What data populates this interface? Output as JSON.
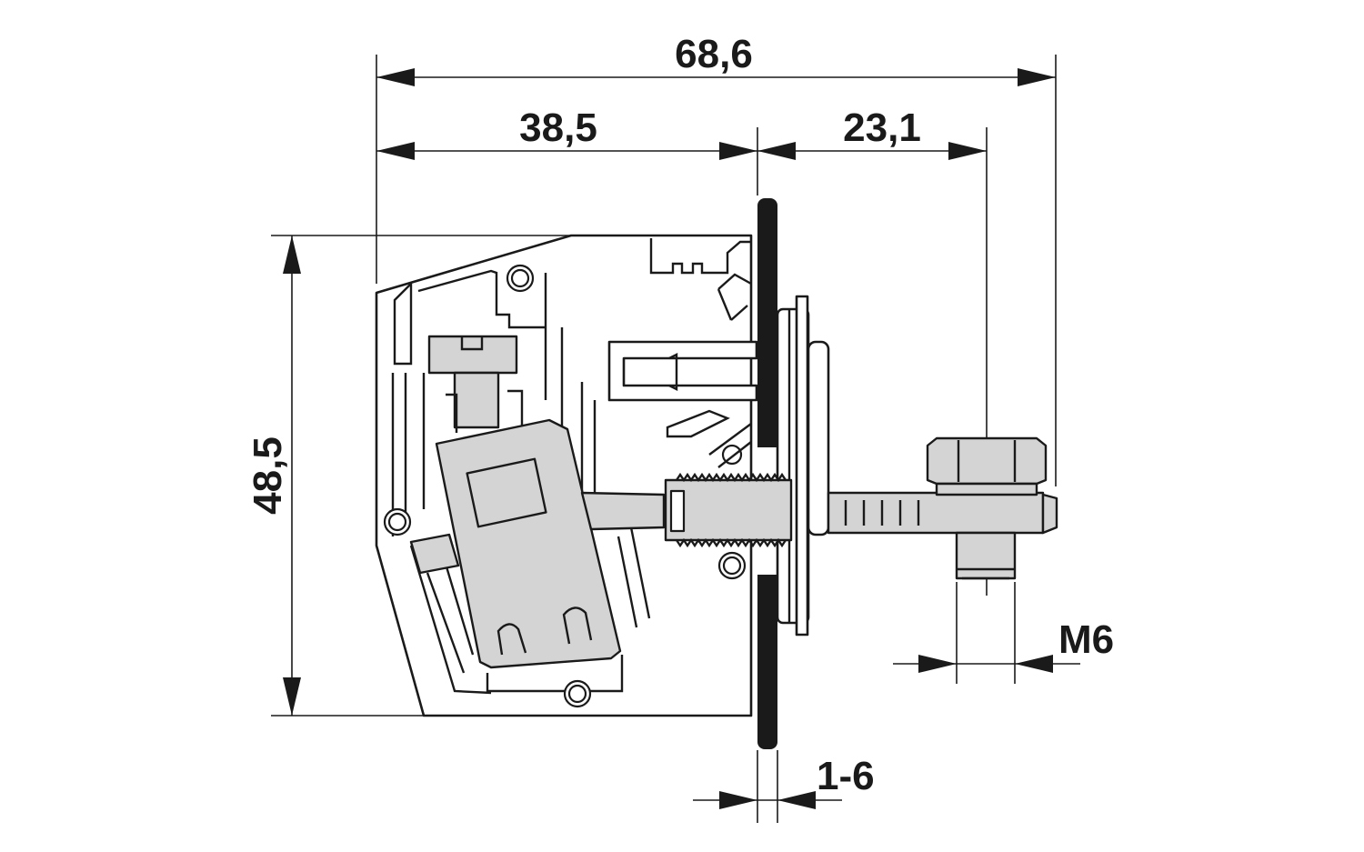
{
  "dimensions": {
    "overall_width": "68,6",
    "left_section": "38,5",
    "right_section": "23,1",
    "height": "48,5",
    "panel_thickness": "1-6",
    "thread": "M6"
  },
  "colors": {
    "line": "#1a1a1a",
    "component_grey": "#d4d4d4",
    "background": "#ffffff"
  }
}
